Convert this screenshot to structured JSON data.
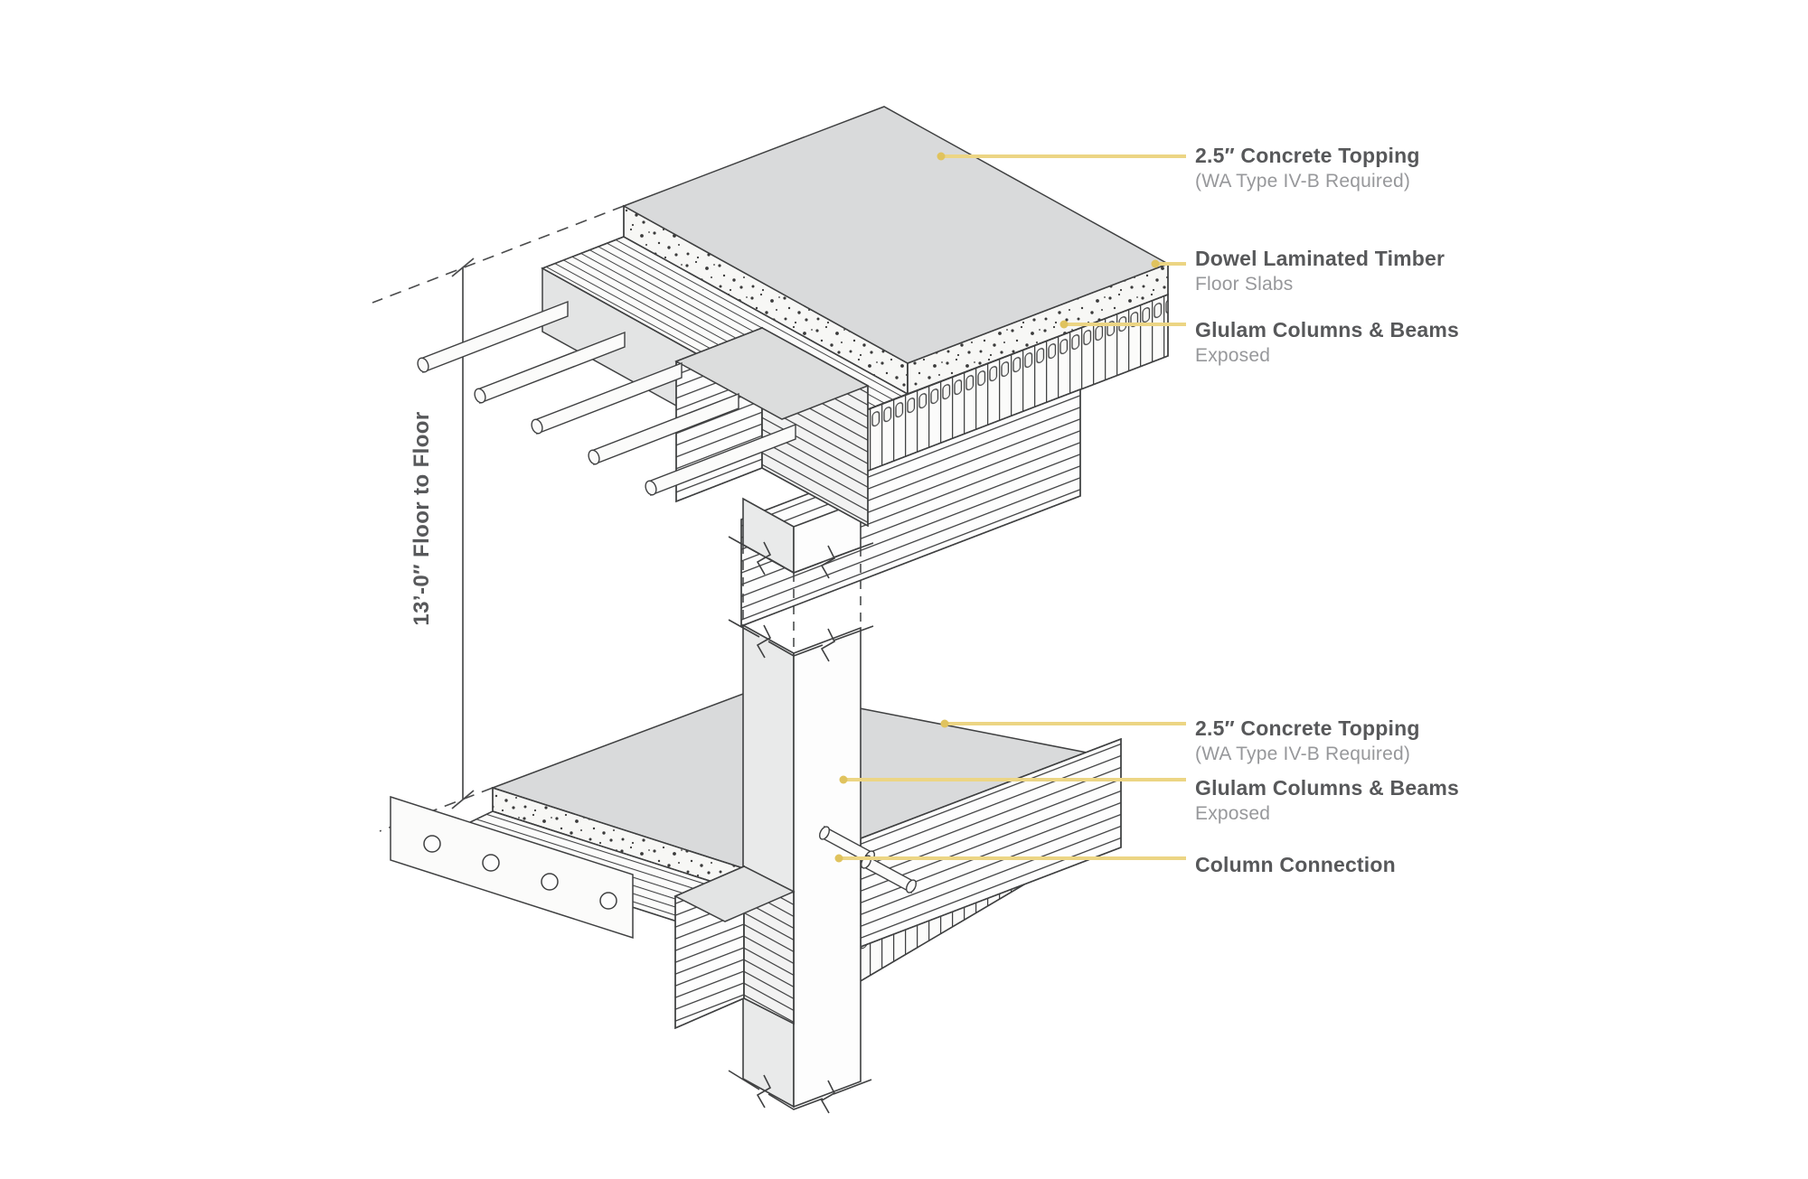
{
  "dimension": {
    "label": "13’-0″ Floor to Floor"
  },
  "callouts": [
    {
      "title": "2.5″ Concrete Topping",
      "subtitle": "(WA Type IV-B Required)"
    },
    {
      "title": "Dowel Laminated Timber",
      "subtitle": "Floor Slabs"
    },
    {
      "title": "Glulam Columns & Beams",
      "subtitle": "Exposed"
    },
    {
      "title": "2.5″ Concrete Topping",
      "subtitle": "(WA Type IV-B Required)"
    },
    {
      "title": "Glulam Columns & Beams",
      "subtitle": "Exposed"
    },
    {
      "title": "Column Connection",
      "subtitle": ""
    }
  ],
  "colors": {
    "leader_line": "#ecd584",
    "leader_dot": "#e0c35e",
    "label_title": "#57585a",
    "label_subtitle": "#97989b",
    "concrete_gray": "#d9dadb",
    "line_dark": "#3f4041"
  }
}
